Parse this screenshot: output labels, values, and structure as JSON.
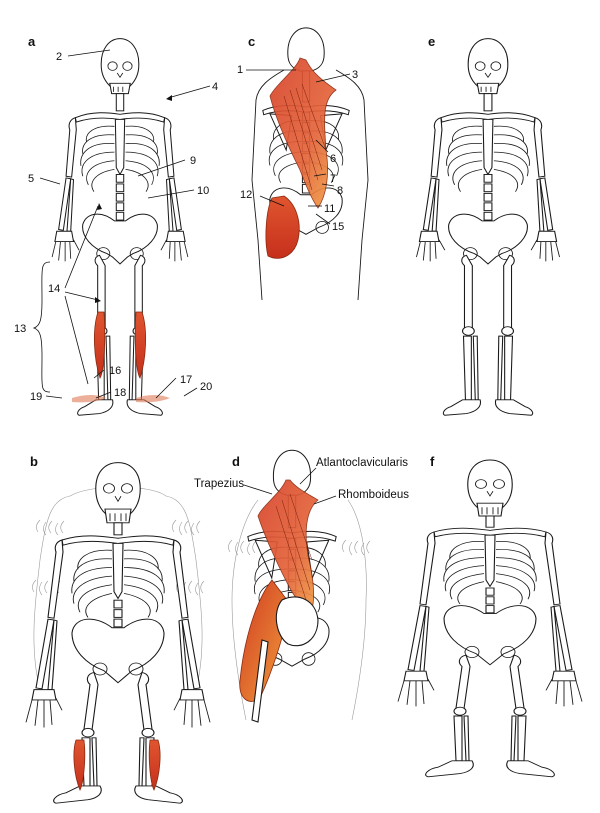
{
  "panels": {
    "a": {
      "letter": "a"
    },
    "b": {
      "letter": "b"
    },
    "c": {
      "letter": "c"
    },
    "d": {
      "letter": "d"
    },
    "e": {
      "letter": "e"
    },
    "f": {
      "letter": "f"
    }
  },
  "callouts": [
    "1",
    "2",
    "3",
    "4",
    "5",
    "6",
    "7",
    "8",
    "9",
    "10",
    "11",
    "12",
    "13",
    "14",
    "15",
    "16",
    "17",
    "18",
    "19",
    "20"
  ],
  "muscle_labels": {
    "trapezius": "Trapezius",
    "atlantoclavicularis": "Atlantoclavicularis",
    "rhomboideus": "Rhomboideus"
  },
  "colors": {
    "muscle_red": "#d8432a",
    "muscle_orange": "#f0a040",
    "bone_outline": "#1a1a1a",
    "hair": "#9a9a9a"
  }
}
